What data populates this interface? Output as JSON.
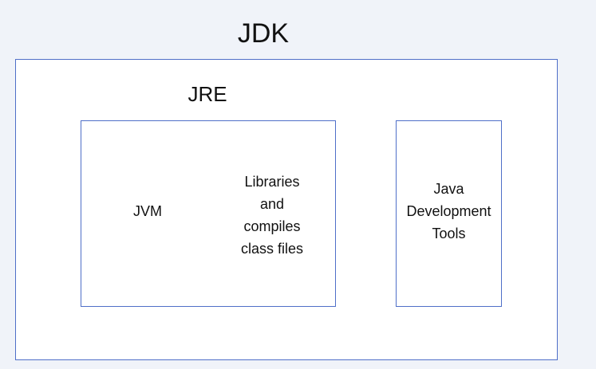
{
  "diagram": {
    "jdk": {
      "label": "JDK"
    },
    "jre": {
      "label": "JRE"
    },
    "jvm": {
      "label": "JVM"
    },
    "libraries": {
      "lines": [
        "Libraries",
        "and",
        "compiles",
        "class files"
      ]
    },
    "dev_tools": {
      "lines": [
        "Java",
        "Development",
        "Tools"
      ]
    }
  },
  "colors": {
    "border": "#4f6fc8",
    "background": "#f0f3f9",
    "box_fill": "#ffffff",
    "text": "#111111"
  }
}
